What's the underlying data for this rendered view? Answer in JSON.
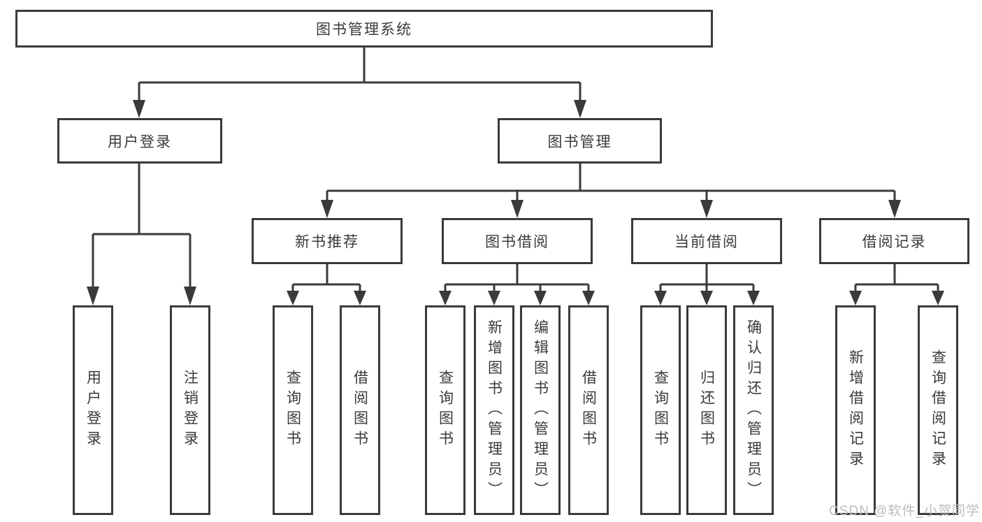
{
  "diagram": {
    "root": {
      "label": "图书管理系统"
    },
    "level2": {
      "user_login": {
        "label": "用户登录"
      },
      "book_mgmt": {
        "label": "图书管理"
      }
    },
    "level3": {
      "new_book_rec": {
        "label": "新书推荐"
      },
      "book_borrow": {
        "label": "图书借阅"
      },
      "current_borrow": {
        "label": "当前借阅"
      },
      "borrow_record": {
        "label": "借阅记录"
      }
    },
    "leaves": {
      "login": {
        "label": "用户登录"
      },
      "logout": {
        "label": "注销登录"
      },
      "nbr_query": {
        "label": "查询图书"
      },
      "nbr_borrow": {
        "label": "借阅图书"
      },
      "bb_query": {
        "label": "查询图书"
      },
      "bb_add": {
        "label": "新增图书（管理员）"
      },
      "bb_edit": {
        "label": "编辑图书（管理员）"
      },
      "bb_borrow": {
        "label": "借阅图书"
      },
      "cb_query": {
        "label": "查询图书"
      },
      "cb_return": {
        "label": "归还图书"
      },
      "cb_confirm": {
        "label": "确认归还（管理员）"
      },
      "br_add": {
        "label": "新增借阅记录"
      },
      "br_query": {
        "label": "查询借阅记录"
      }
    }
  },
  "watermark": {
    "text": "CSDN @软件_小贺同学"
  },
  "colors": {
    "line": "#3a3a3a",
    "text": "#3a3a3a",
    "watermark": "#bcbcbc",
    "background": "#ffffff"
  }
}
